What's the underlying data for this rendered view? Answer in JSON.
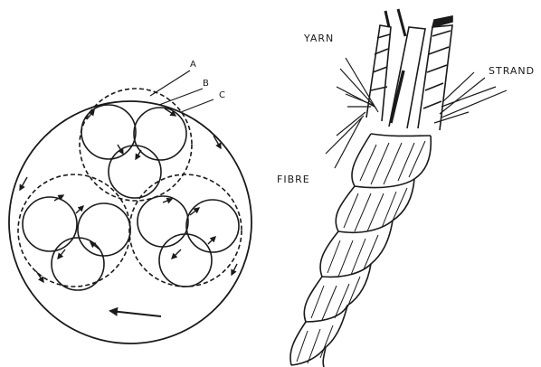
{
  "cross_section": {
    "labels": {
      "a": "A",
      "b": "B",
      "c": "C"
    }
  },
  "rope": {
    "labels": {
      "yarn": "YARN",
      "strand": "STRAND",
      "fibre": "FIBRE"
    }
  },
  "colors": {
    "ink": "#1a1a1a",
    "background": "#ffffff"
  }
}
